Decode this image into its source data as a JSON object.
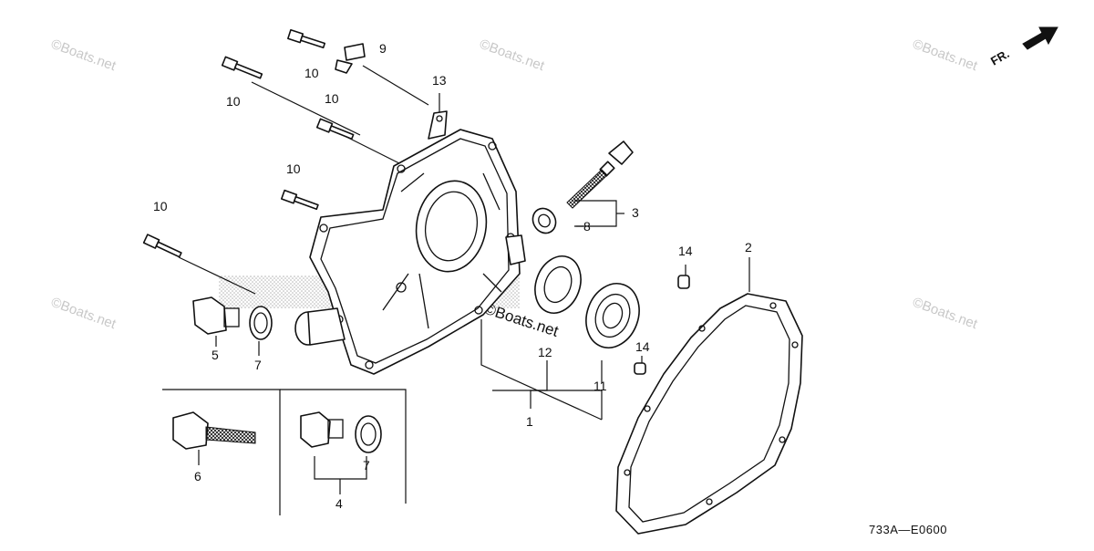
{
  "watermark": "©Boats.net",
  "diagram_code": "733A—E0600",
  "front_label": "FR.",
  "part_labels": {
    "p1": "1",
    "p2": "2",
    "p3": "3",
    "p4": "4",
    "p5": "5",
    "p6": "6",
    "p7a": "7",
    "p7b": "7",
    "p8": "8",
    "p9": "9",
    "p10a": "10",
    "p10b": "10",
    "p10c": "10",
    "p10d": "10",
    "p10e": "10",
    "p11": "11",
    "p12": "12",
    "p13": "13",
    "p14a": "14",
    "p14b": "14"
  },
  "colors": {
    "line": "#111111",
    "watermark": "#c8c8c8",
    "stipple": "#9a9a9a"
  }
}
